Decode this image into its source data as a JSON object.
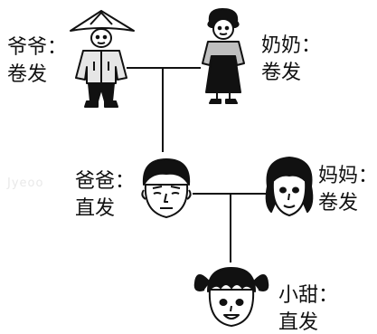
{
  "grandpa": {
    "name": "爷爷：",
    "trait": "卷发"
  },
  "grandma": {
    "name": "奶奶：",
    "trait": "卷发"
  },
  "father": {
    "name": "爸爸：",
    "trait": "直发"
  },
  "mother": {
    "name": "妈妈：",
    "trait": "卷发"
  },
  "child": {
    "name": "小甜：",
    "trait": "直发"
  },
  "watermark": "Jyeoo",
  "colors": {
    "ink": "#111111",
    "background": "#ffffff"
  }
}
